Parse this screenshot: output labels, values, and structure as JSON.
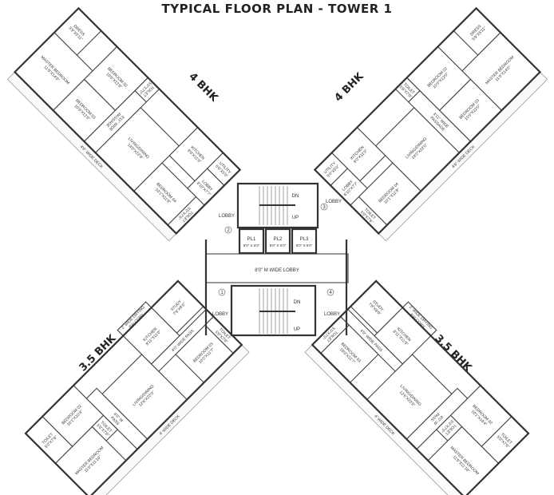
{
  "title": "TYPICAL FLOOR PLAN  - TOWER 1",
  "wing_types": {
    "four_bhk": {
      "label": "4 BHK",
      "rooms": [
        {
          "name": "MASTER BEDROOM",
          "dim": "11'0\"X14'0\""
        },
        {
          "name": "DRESS",
          "dim": "5'9\"X5'11\""
        },
        {
          "name": "BEDROOM 02",
          "dim": "10'0\"X12'0\""
        },
        {
          "name": "BEDROOM 03",
          "dim": "10'0\"X12'0\""
        },
        {
          "name": "3'11\" WIDE",
          "dim": "PASSAGE"
        },
        {
          "name": "TOILET",
          "dim": "5'0\"X7'0\""
        },
        {
          "name": "LIVING/DINING",
          "dim": "14'0\"X22'0\""
        },
        {
          "name": "KITCHEN",
          "dim": "9'0\"X11'0\""
        },
        {
          "name": "UTILITY",
          "dim": "5'0\"X5'0\""
        },
        {
          "name": "LOBBY",
          "dim": "6'10\"X7'7\""
        },
        {
          "name": "BEDROOM 04",
          "dim": "10'1\"X11'8\""
        },
        {
          "name": "TOILET",
          "dim": "5'0\"X7'6\""
        },
        {
          "name": "4'6\" WIDE DECK",
          "dim": ""
        }
      ]
    },
    "three_half_bhk": {
      "label": "3.5 BHK",
      "rooms": [
        {
          "name": "MASTER BEDROOM",
          "dim": "11'0\"X11'10\""
        },
        {
          "name": "TOILET",
          "dim": "5'0\"X7'6\""
        },
        {
          "name": "BEDROOM 02",
          "dim": "10'1\"X10'4\""
        },
        {
          "name": "TOILET",
          "dim": "5'0\"X7'0\""
        },
        {
          "name": "4'0\" W",
          "dim": "PASS"
        },
        {
          "name": "LIVING/DINING",
          "dim": "12'6\"X22'0\""
        },
        {
          "name": "KITCHEN",
          "dim": "8'11\"X11'0\""
        },
        {
          "name": "2' WIDE DRYING",
          "dim": "BALCONY"
        },
        {
          "name": "STUDY",
          "dim": "7'9\"X8'0\""
        },
        {
          "name": "4'0\" WIDE PASS",
          "dim": ""
        },
        {
          "name": "BEDROOM 03",
          "dim": "10'0\"X11'7\""
        },
        {
          "name": "TOILET",
          "dim": "5'0\"X7'0\""
        },
        {
          "name": "4' WIDE DECK",
          "dim": ""
        }
      ]
    }
  },
  "core": {
    "dn": "DN",
    "up": "UP",
    "lifts": [
      {
        "name": "PL1",
        "dim": "8'0\" X 6'0\""
      },
      {
        "name": "PL2",
        "dim": "8'0\" X 6'0\""
      },
      {
        "name": "PL3",
        "dim": "8'0\" X 6'0\""
      }
    ],
    "lobby_band": "8'0\" M WIDE LOBBY",
    "lobby": "LOBBY",
    "unit_numbers": [
      "1",
      "2",
      "3",
      "4"
    ]
  }
}
